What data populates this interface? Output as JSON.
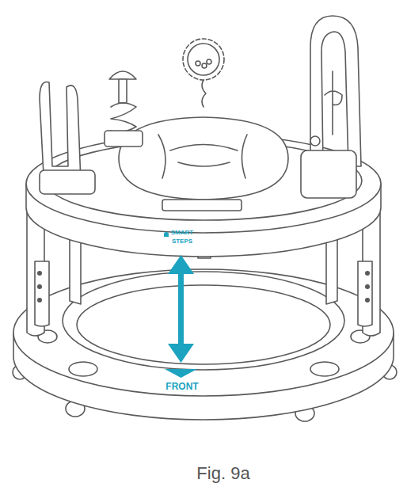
{
  "diagram": {
    "caption": "Fig. 9a",
    "labels": [
      "SMART",
      "STEPS",
      "FRONT"
    ]
  }
}
